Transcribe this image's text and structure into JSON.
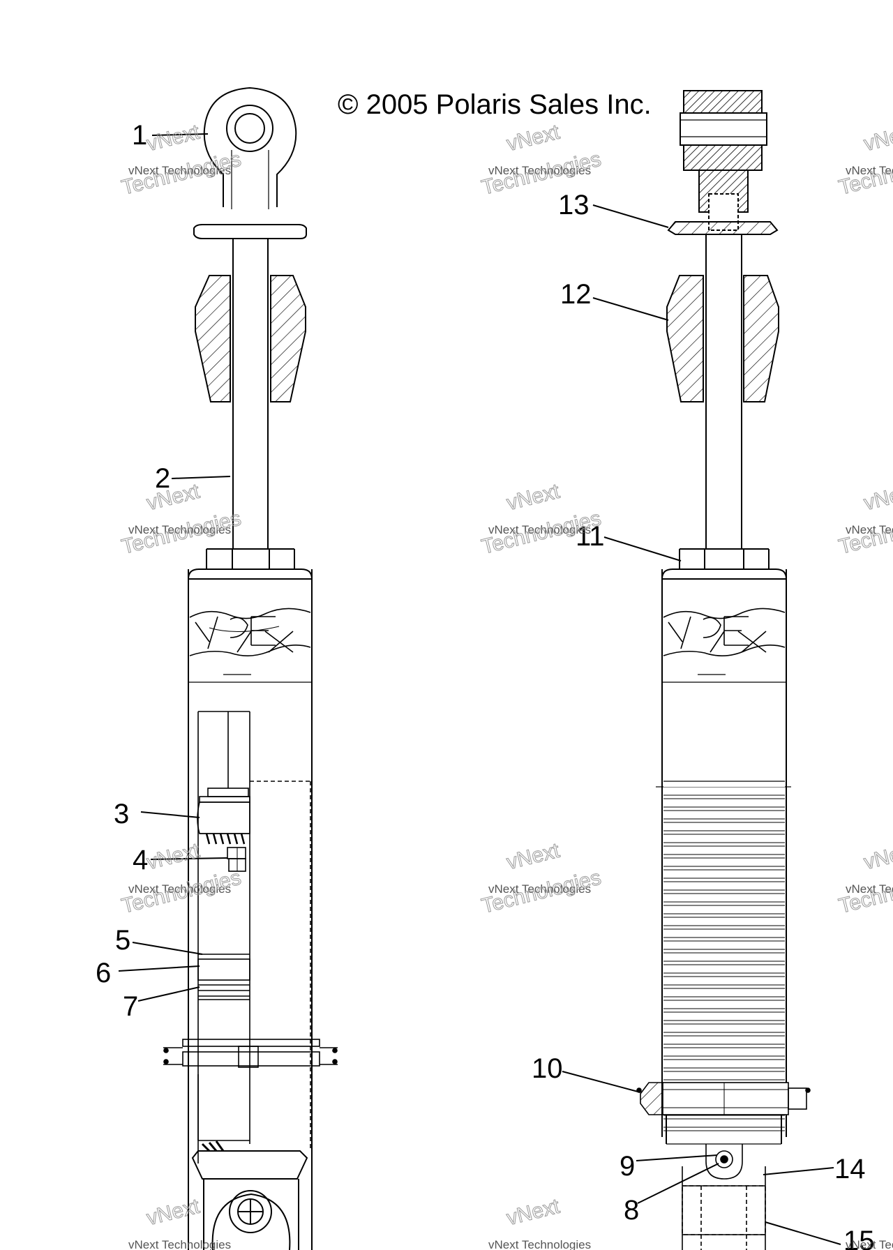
{
  "copyright": "© 2005 Polaris Sales Inc.",
  "watermark": {
    "line1": "vNext",
    "line2": "vNext Technologies",
    "line3": "Technologies"
  },
  "callouts": [
    {
      "id": "1",
      "label": "1"
    },
    {
      "id": "2",
      "label": "2"
    },
    {
      "id": "3",
      "label": "3"
    },
    {
      "id": "4",
      "label": "4"
    },
    {
      "id": "5",
      "label": "5"
    },
    {
      "id": "6",
      "label": "6"
    },
    {
      "id": "7",
      "label": "7"
    },
    {
      "id": "8",
      "label": "8"
    },
    {
      "id": "9",
      "label": "9"
    },
    {
      "id": "10",
      "label": "10"
    },
    {
      "id": "11",
      "label": "11"
    },
    {
      "id": "12",
      "label": "12"
    },
    {
      "id": "13",
      "label": "13"
    },
    {
      "id": "14",
      "label": "14"
    },
    {
      "id": "15",
      "label": "15"
    }
  ],
  "colors": {
    "line": "#000000",
    "watermark": "#9a9a9a",
    "background": "#ffffff"
  }
}
